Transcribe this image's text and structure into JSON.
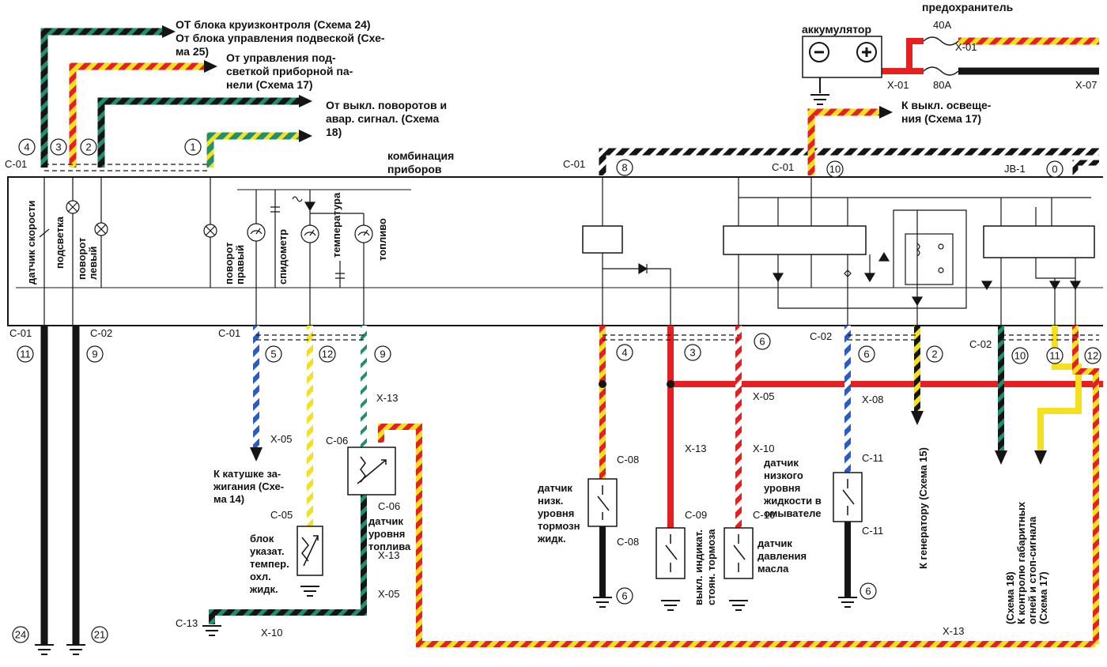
{
  "colors": {
    "black": "#151515",
    "red": "#e62020",
    "yellow": "#f5e020",
    "green": "#1f8f6e",
    "blue": "#2a5cc8",
    "white": "#ffffff"
  },
  "top_labels": {
    "cruise": "ОТ блока круизконтроля (Схема 24)",
    "suspension_1": "От блока управления подвеской (Схе-",
    "suspension_2": "ма 25)",
    "dash_1": "От управления под-",
    "dash_2": "светкой приборной па-",
    "dash_3": "нели (Схема 17)",
    "turn_1": "От выкл. поворотов и",
    "turn_2": "авар. сигнал. (Схема",
    "turn_3": "18)",
    "combo_1": "комбинация",
    "combo_2": "приборов",
    "battery": "аккумулятор",
    "fuse": "предохранитель",
    "fuse_40": "40А",
    "fuse_80": "80А",
    "light_1": "К выкл. освеще-",
    "light_2": "ния (Схема 17)",
    "jb": "JB-1"
  },
  "cluster_labels": {
    "speed_sensor": "датчик скорости",
    "backlight": "подсветка",
    "turn_left_1": "поворот",
    "turn_left_2": "левый",
    "turn_right_1": "поворот",
    "turn_right_2": "правый",
    "speedometer": "спидометр",
    "temperature": "температура",
    "fuel": "топливо"
  },
  "bottom_labels": {
    "ignition_1": "К катушке за-",
    "ignition_2": "жигания (Схе-",
    "ignition_3": "ма 14)",
    "temp_1": "блок",
    "temp_2": "указат.",
    "temp_3": "темпер.",
    "temp_4": "охл.",
    "temp_5": "жидк.",
    "fuel_1": "датчик",
    "fuel_2": "уровня",
    "fuel_3": "топлива",
    "brake_1": "датчик",
    "brake_2": "низк.",
    "brake_3": "уровня",
    "brake_4": "тормозн",
    "brake_5": "жидк.",
    "park_1": "выкл. индикат.",
    "park_2": "стоян. тормоза",
    "washer_1": "датчик",
    "washer_2": "низкого",
    "washer_3": "уровня",
    "washer_4": "жидкости в",
    "washer_5": "омывателе",
    "oil_1": "датчик",
    "oil_2": "давления",
    "oil_3": "масла",
    "generator": "К генератору (Схема 15)",
    "lights_1": "(Схема 18)",
    "lights_2": "К контролю габаритных",
    "lights_3": "огней и стоп-сигнала",
    "lights_4": "(Схема 17)"
  },
  "connectors": {
    "c01": "C-01",
    "c02": "C-02",
    "c05": "C-05",
    "c06": "C-06",
    "c08": "C-08",
    "c09": "C-09",
    "c10": "C-10",
    "c11": "C-11",
    "c13": "C-13",
    "x01": "X-01",
    "x05": "X-05",
    "x07": "X-07",
    "x08": "X-08",
    "x10": "X-10",
    "x13": "X-13"
  },
  "pins": {
    "p4": "4",
    "p3": "3",
    "p2": "2",
    "p1": "1",
    "p8": "8",
    "p10": "10",
    "p0": "0",
    "p11": "11",
    "p9": "9",
    "p5": "5",
    "p12": "12",
    "p6": "6",
    "p24": "24",
    "p21": "21"
  }
}
